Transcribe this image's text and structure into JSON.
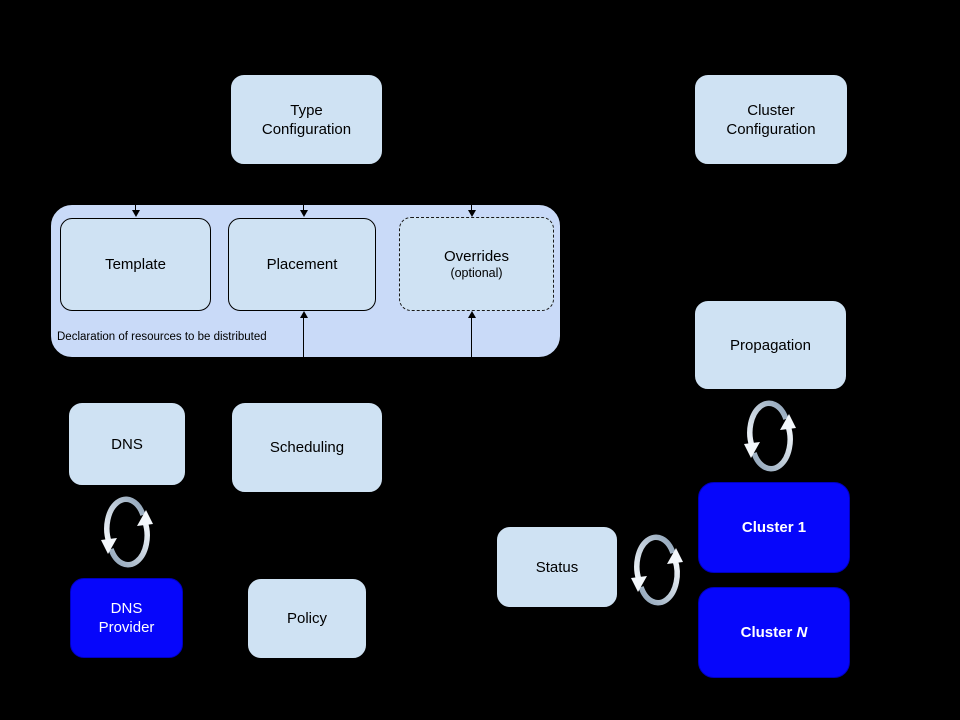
{
  "colors": {
    "background": "#000000",
    "light_box_fill": "#cfe2f3",
    "group_fill": "#c9daf8",
    "box_border": "#000000",
    "accent_blue": "#0606fb",
    "text_dark": "#000000",
    "text_light": "#ffffff",
    "sync_arrow_shade": "#8ea3b8",
    "sync_arrow_highlight": "#f4f8fc"
  },
  "nodes": {
    "type_configuration": {
      "lines": [
        "Type",
        "Configuration"
      ]
    },
    "cluster_configuration": {
      "lines": [
        "Cluster",
        "Configuration"
      ]
    },
    "template": {
      "label": "Template"
    },
    "placement": {
      "label": "Placement"
    },
    "overrides": {
      "title": "Overrides",
      "subtitle": "(optional)"
    },
    "dns": {
      "label": "DNS"
    },
    "scheduling": {
      "label": "Scheduling"
    },
    "dns_provider": {
      "lines": [
        "DNS",
        "Provider"
      ]
    },
    "policy": {
      "label": "Policy"
    },
    "status": {
      "label": "Status"
    },
    "propagation": {
      "label": "Propagation"
    },
    "cluster_1": {
      "label": "Cluster 1"
    },
    "cluster_n": {
      "prefix": "Cluster ",
      "suffix": "N"
    }
  },
  "group": {
    "caption": "Declaration of resources to be distributed"
  },
  "icons": {
    "sync": "two curved arrows forming a circular sync symbol"
  }
}
